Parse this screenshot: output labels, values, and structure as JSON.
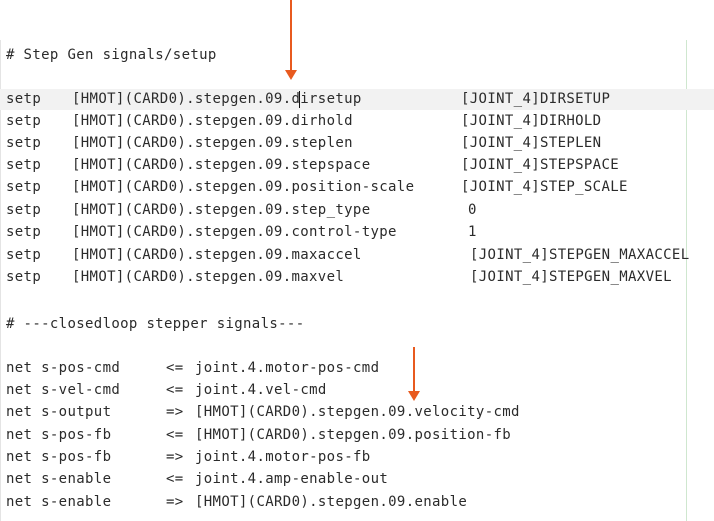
{
  "editor": {
    "accent_color": "#e85a1f",
    "comment_stepgen": "# Step Gen signals/setup",
    "setp_rows": [
      {
        "cmd": "setp",
        "pin": "[HMOT](CARD0).stepgen.09.dirsetup",
        "value": "[JOINT_4]DIRSETUP"
      },
      {
        "cmd": "setp",
        "pin": "[HMOT](CARD0).stepgen.09.dirhold",
        "value": "[JOINT_4]DIRHOLD"
      },
      {
        "cmd": "setp",
        "pin": "[HMOT](CARD0).stepgen.09.steplen",
        "value": "[JOINT_4]STEPLEN"
      },
      {
        "cmd": "setp",
        "pin": "[HMOT](CARD0).stepgen.09.stepspace",
        "value": "[JOINT_4]STEPSPACE"
      },
      {
        "cmd": "setp",
        "pin": "[HMOT](CARD0).stepgen.09.position-scale",
        "value": "[JOINT_4]STEP_SCALE"
      },
      {
        "cmd": "setp",
        "pin": "[HMOT](CARD0).stepgen.09.step_type",
        "value": "0"
      },
      {
        "cmd": "setp",
        "pin": "[HMOT](CARD0).stepgen.09.control-type",
        "value": "1"
      },
      {
        "cmd": "setp",
        "pin": "[HMOT](CARD0).stepgen.09.maxaccel",
        "value": "[JOINT_4]STEPGEN_MAXACCEL"
      },
      {
        "cmd": "setp",
        "pin": "[HMOT](CARD0).stepgen.09.maxvel",
        "value": "[JOINT_4]STEPGEN_MAXVEL"
      }
    ],
    "comment_closedloop": "# ---closedloop stepper signals---",
    "net_rows": [
      {
        "signal": "net s-pos-cmd",
        "dir": "<=",
        "target": "joint.4.motor-pos-cmd"
      },
      {
        "signal": "net s-vel-cmd",
        "dir": "<=",
        "target": "joint.4.vel-cmd"
      },
      {
        "signal": "net s-output",
        "dir": "=>",
        "target": "[HMOT](CARD0).stepgen.09.velocity-cmd"
      },
      {
        "signal": "net s-pos-fb",
        "dir": "<=",
        "target": "[HMOT](CARD0).stepgen.09.position-fb"
      },
      {
        "signal": "net s-pos-fb",
        "dir": "=>",
        "target": "joint.4.motor-pos-fb"
      },
      {
        "signal": "net s-enable",
        "dir": "<=",
        "target": "joint.4.amp-enable-out"
      },
      {
        "signal": "net s-enable",
        "dir": "=>",
        "target": "[HMOT](CARD0).stepgen.09.enable"
      }
    ]
  }
}
